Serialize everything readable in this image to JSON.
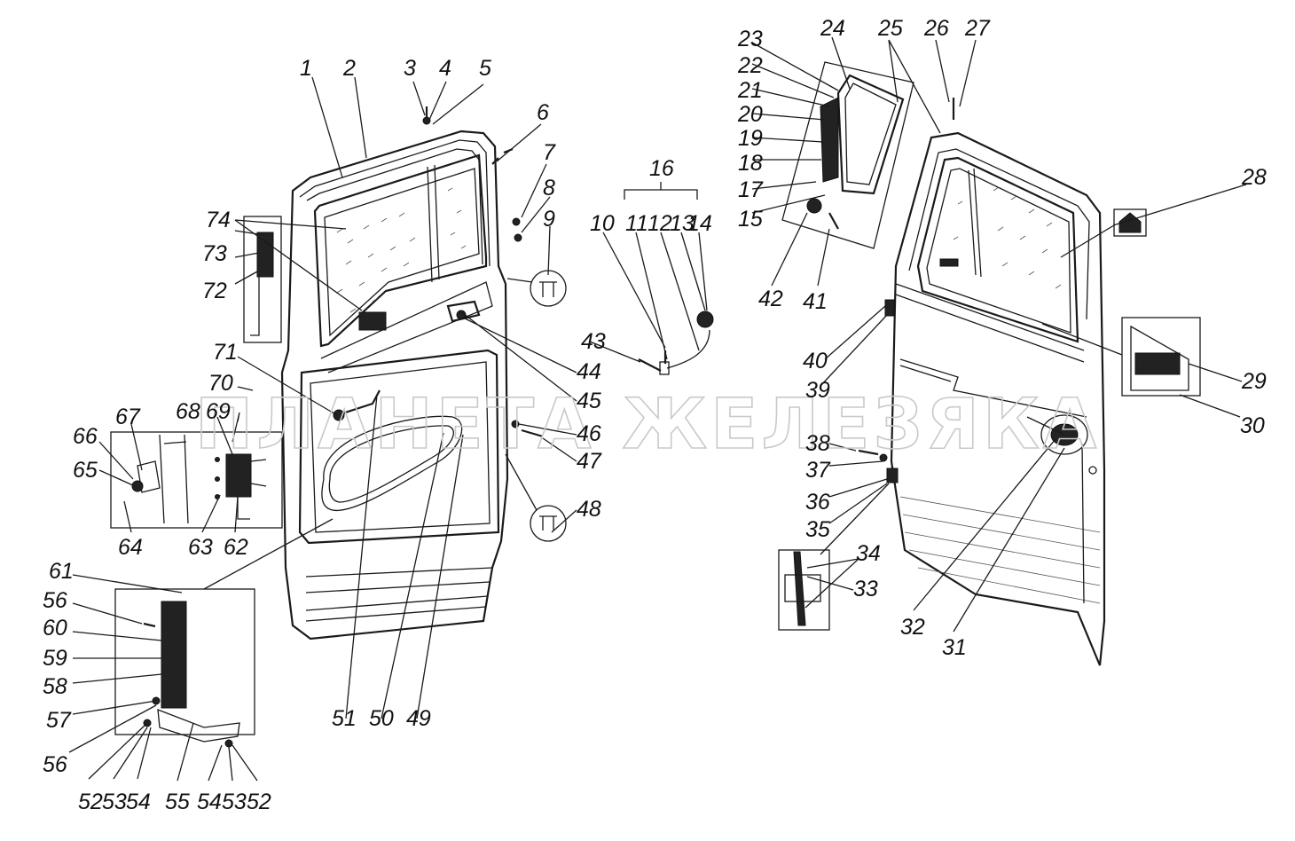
{
  "watermark": "ПЛАНЕТА ЖЕЛЕЗЯКА",
  "callouts": [
    "1",
    "2",
    "3",
    "4",
    "5",
    "6",
    "7",
    "8",
    "9",
    "10",
    "11",
    "12",
    "13",
    "14",
    "15",
    "16",
    "17",
    "18",
    "19",
    "20",
    "21",
    "22",
    "23",
    "24",
    "25",
    "26",
    "27",
    "28",
    "29",
    "30",
    "31",
    "32",
    "33",
    "34",
    "35",
    "36",
    "37",
    "38",
    "39",
    "40",
    "41",
    "42",
    "43",
    "44",
    "45",
    "46",
    "47",
    "48",
    "49",
    "50",
    "51",
    "52",
    "53",
    "54",
    "55",
    "56",
    "57",
    "58",
    "59",
    "60",
    "61",
    "62",
    "63",
    "64",
    "65",
    "66",
    "67",
    "68",
    "69",
    "70",
    "71",
    "72",
    "73",
    "74"
  ],
  "repeated_callouts": [
    "56",
    "52",
    "53",
    "54"
  ]
}
